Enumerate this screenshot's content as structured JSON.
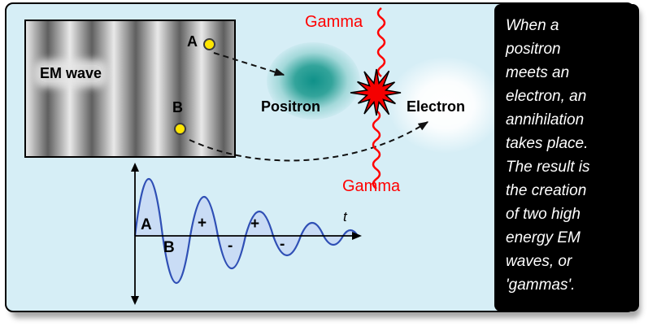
{
  "colors": {
    "background": "#d6eef6",
    "panel_bg": "#000000",
    "gamma_red": "#ff0000",
    "star_red": "#f40000",
    "positron_teal": "#0f9189",
    "wave_stroke": "#2f4fb5",
    "wave_fill": "#c9dcf5",
    "dot_yellow": "#ffe600"
  },
  "panel": {
    "text": "When a\npositron\nmeets an\nelectron,  an\nannihilation\ntakes place.\nThe result is\nthe creation\nof two high\nenergy EM\nwaves, or\n'gammas'."
  },
  "em_box": {
    "label": "EM wave",
    "point_a_label": "A",
    "point_b_label": "B"
  },
  "scene": {
    "positron_label": "Positron",
    "electron_label": "Electron",
    "gamma_top_label": "Gamma",
    "gamma_bottom_label": "Gamma"
  },
  "graph": {
    "label_a": "A",
    "label_b": "B",
    "label_plus_1": "+",
    "label_minus_1": "-",
    "label_plus_2": "+",
    "label_minus_2": "-",
    "axis_t_label": "t"
  }
}
